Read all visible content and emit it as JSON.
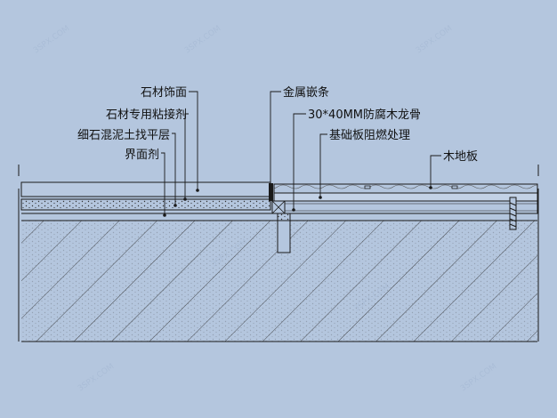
{
  "diagram": {
    "background": "#b4c6de",
    "line_color": "#1a1a1a",
    "watermark": "3SPX.COM",
    "labels_left": {
      "stone_finish": "石材饰面",
      "stone_adhesive": "石材专用粘接剂",
      "fine_stone_leveling": "细石混泥土找平层",
      "interface_agent": "界面剂"
    },
    "labels_right": {
      "metal_inlay": "金属嵌条",
      "wood_keel": "30*40MM防腐木龙骨",
      "base_board": "基础板阻燃处理",
      "wood_floor": "木地板"
    }
  }
}
